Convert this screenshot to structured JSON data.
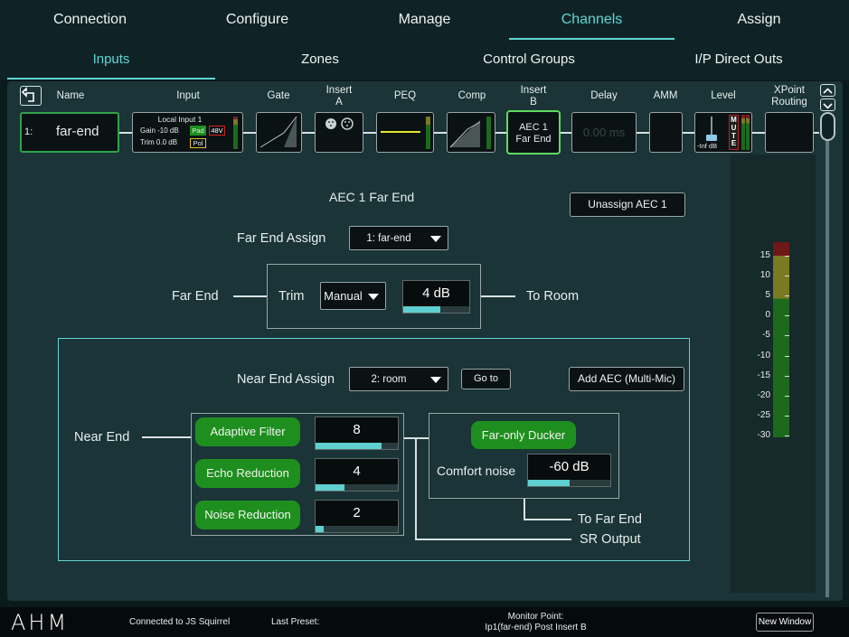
{
  "top_nav": {
    "tabs": [
      {
        "label": "Connection"
      },
      {
        "label": "Configure"
      },
      {
        "label": "Manage"
      },
      {
        "label": "Channels"
      },
      {
        "label": "Assign"
      }
    ]
  },
  "sub_nav": {
    "tabs": [
      {
        "label": "Inputs"
      },
      {
        "label": "Zones"
      },
      {
        "label": "Control Groups"
      },
      {
        "label": "I/P Direct Outs"
      }
    ]
  },
  "columns": {
    "name": "Name",
    "input": "Input",
    "gate": "Gate",
    "insert_a": "Insert\nA",
    "peq": "PEQ",
    "comp": "Comp",
    "insert_b": "Insert\nB",
    "delay": "Delay",
    "amm": "AMM",
    "level": "Level",
    "xpoint": "XPoint\nRouting"
  },
  "channel": {
    "number": "1:",
    "name": "far-end",
    "input_name": "Local Input 1",
    "gain": "Gain -10 dB",
    "trim": "Trim 0.0 dB",
    "pad_label": "Pad",
    "phantom_label": "48V",
    "polarity_label": "Pol",
    "insert_b_line1": "AEC 1",
    "insert_b_line2": "Far End",
    "delay_value": "0.00 ms",
    "level_value": "-Inf dB",
    "mute_label": "MUTE",
    "fader_fraction": 0.0
  },
  "aec": {
    "title": "AEC 1 Far End",
    "unassign_label": "Unassign AEC 1",
    "far_end_assign_label": "Far End Assign",
    "far_end_assign_value": "1: far-end",
    "far_end_label": "Far End",
    "trim_label": "Trim",
    "trim_mode": "Manual",
    "trim_value": "4 dB",
    "trim_fraction": 0.56,
    "to_room_label": "To Room",
    "near_end_assign_label": "Near End Assign",
    "near_end_assign_value": "2: room",
    "goto_label": "Go to",
    "add_aec_label": "Add AEC (Multi-Mic)",
    "near_end_label": "Near End",
    "adaptive_filter_label": "Adaptive Filter",
    "adaptive_filter_value": "8",
    "adaptive_filter_fraction": 0.8,
    "echo_reduction_label": "Echo Reduction",
    "echo_reduction_value": "4",
    "echo_reduction_fraction": 0.35,
    "noise_reduction_label": "Noise Reduction",
    "noise_reduction_value": "2",
    "noise_reduction_fraction": 0.1,
    "far_only_ducker_label": "Far-only Ducker",
    "comfort_noise_label": "Comfort noise",
    "comfort_noise_value": "-60 dB",
    "comfort_noise_fraction": 0.5,
    "to_far_end_label": "To Far End",
    "sr_output_label": "SR Output"
  },
  "meter": {
    "scale": [
      "15",
      "10",
      "5",
      "0",
      "-5",
      "-10",
      "-15",
      "-20",
      "-25",
      "-30"
    ]
  },
  "footer": {
    "logo": "AHM",
    "connection": "Connected to JS Squirrel",
    "last_preset_label": "Last Preset:",
    "monitor_point_label": "Monitor Point:",
    "monitor_point_value": "Ip1(far-end) Post Insert B",
    "new_window_label": "New Window"
  },
  "colors": {
    "accent": "#5fd6d4",
    "green_button": "#1e8f1e",
    "panel": "#1a3437"
  }
}
